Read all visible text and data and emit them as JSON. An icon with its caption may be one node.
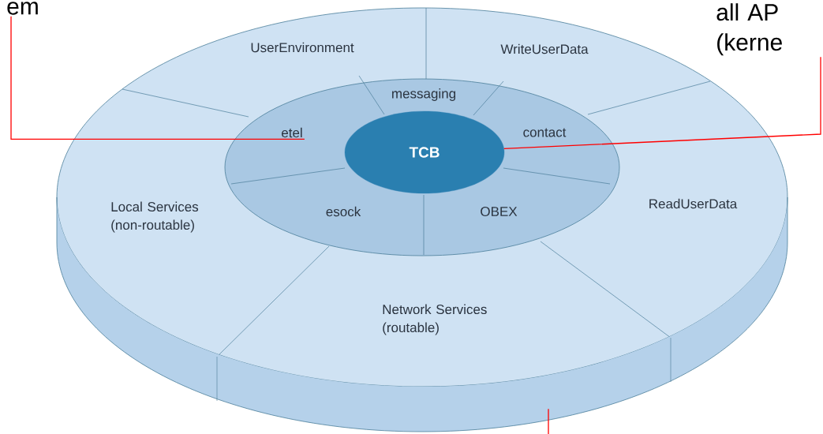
{
  "diagram": {
    "nodes": [
      {
        "text": [
          "em"
        ]
      },
      {
        "text": [
          "all AP (kerne"
        ]
      },
      {
        "text": [
          "UserEnvironment"
        ]
      },
      {
        "text": [
          "WriteUserData"
        ]
      },
      {
        "text": [
          "messaging"
        ]
      },
      {
        "text": [
          "etel"
        ]
      },
      {
        "text": [
          "contact"
        ]
      },
      {
        "text": [
          "TCB"
        ]
      },
      {
        "text": [
          "Local Services (non-routable)"
        ]
      },
      {
        "text": [
          "esock"
        ]
      },
      {
        "text": [
          "OBEX"
        ]
      },
      {
        "text": [
          "ReadUserData"
        ]
      },
      {
        "text": [
          "Network Services (routable)"
        ]
      },
      {
        "text": [],
        "shape": "band"
      }
    ],
    "edges": [
      {
        "from": 0,
        "to": 5,
        "arrow": "none"
      },
      {
        "from": 1,
        "to": 7,
        "arrow": "none"
      },
      {
        "from": null,
        "to": 13,
        "arrow": "none"
      }
    ]
  }
}
